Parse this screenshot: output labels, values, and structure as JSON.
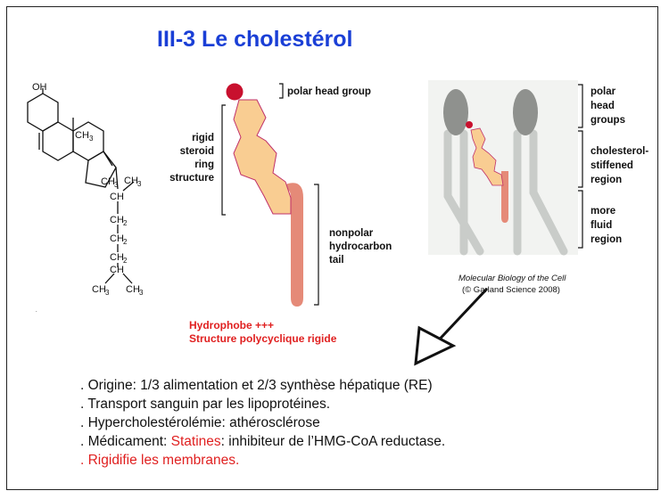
{
  "title": "III-3 Le cholestérol",
  "structure": {
    "oh": "OH",
    "ch3_a": "CH",
    "ch3_b": "CH",
    "ch3_c": "CH",
    "ch3_d": "CH",
    "ch": "CH",
    "ch2_a": "CH",
    "ch2_b": "CH",
    "ch2_c": "CH",
    "ch_b": "CH",
    "ch3_e": "CH",
    "ch3_f": "CH",
    "sub3": "3",
    "sub2": "2"
  },
  "labels": {
    "polar_head_group": "polar head group",
    "rigid": "rigid",
    "steroid": "steroid",
    "ring": "ring",
    "structure": "structure",
    "nonpolar": "nonpolar",
    "hydrocarbon": "hydrocarbon",
    "tail": "tail",
    "polar": "polar",
    "head": "head",
    "groups": "groups",
    "cholesterol": "cholesterol-",
    "stiffened": "stiffened",
    "region1": "region",
    "more": "more",
    "fluid": "fluid",
    "region2": "region"
  },
  "credit": {
    "source": "Molecular Biology of the Cell",
    "copyright": "(© Garland Science 2008)"
  },
  "red_notes": {
    "line1": "Hydrophobe +++",
    "line2": "Structure polycyclique rigide"
  },
  "bullets": {
    "b1": ". Origine: 1/3 alimentation et 2/3 synthèse hépatique (RE)",
    "b2": ". Transport sanguin par les lipoprotéines.",
    "b3": ". Hypercholestérolémie: athérosclérose",
    "b4_prefix": ". Médicament: ",
    "b4_red": "Statines",
    "b4_suffix": ": inhibiteur de l’HMG-CoA reductase.",
    "b5": ". Rigidifie les membranes."
  },
  "colors": {
    "title": "#1a3fd6",
    "red_text": "#e02020",
    "ring_fill": "#f9cd92",
    "ring_stroke": "#c0306a",
    "tail": "#e58a78",
    "polar_head": "#c8102e",
    "lipid_head": "#8f918e",
    "lipid_tail": "#c9ccc9"
  }
}
